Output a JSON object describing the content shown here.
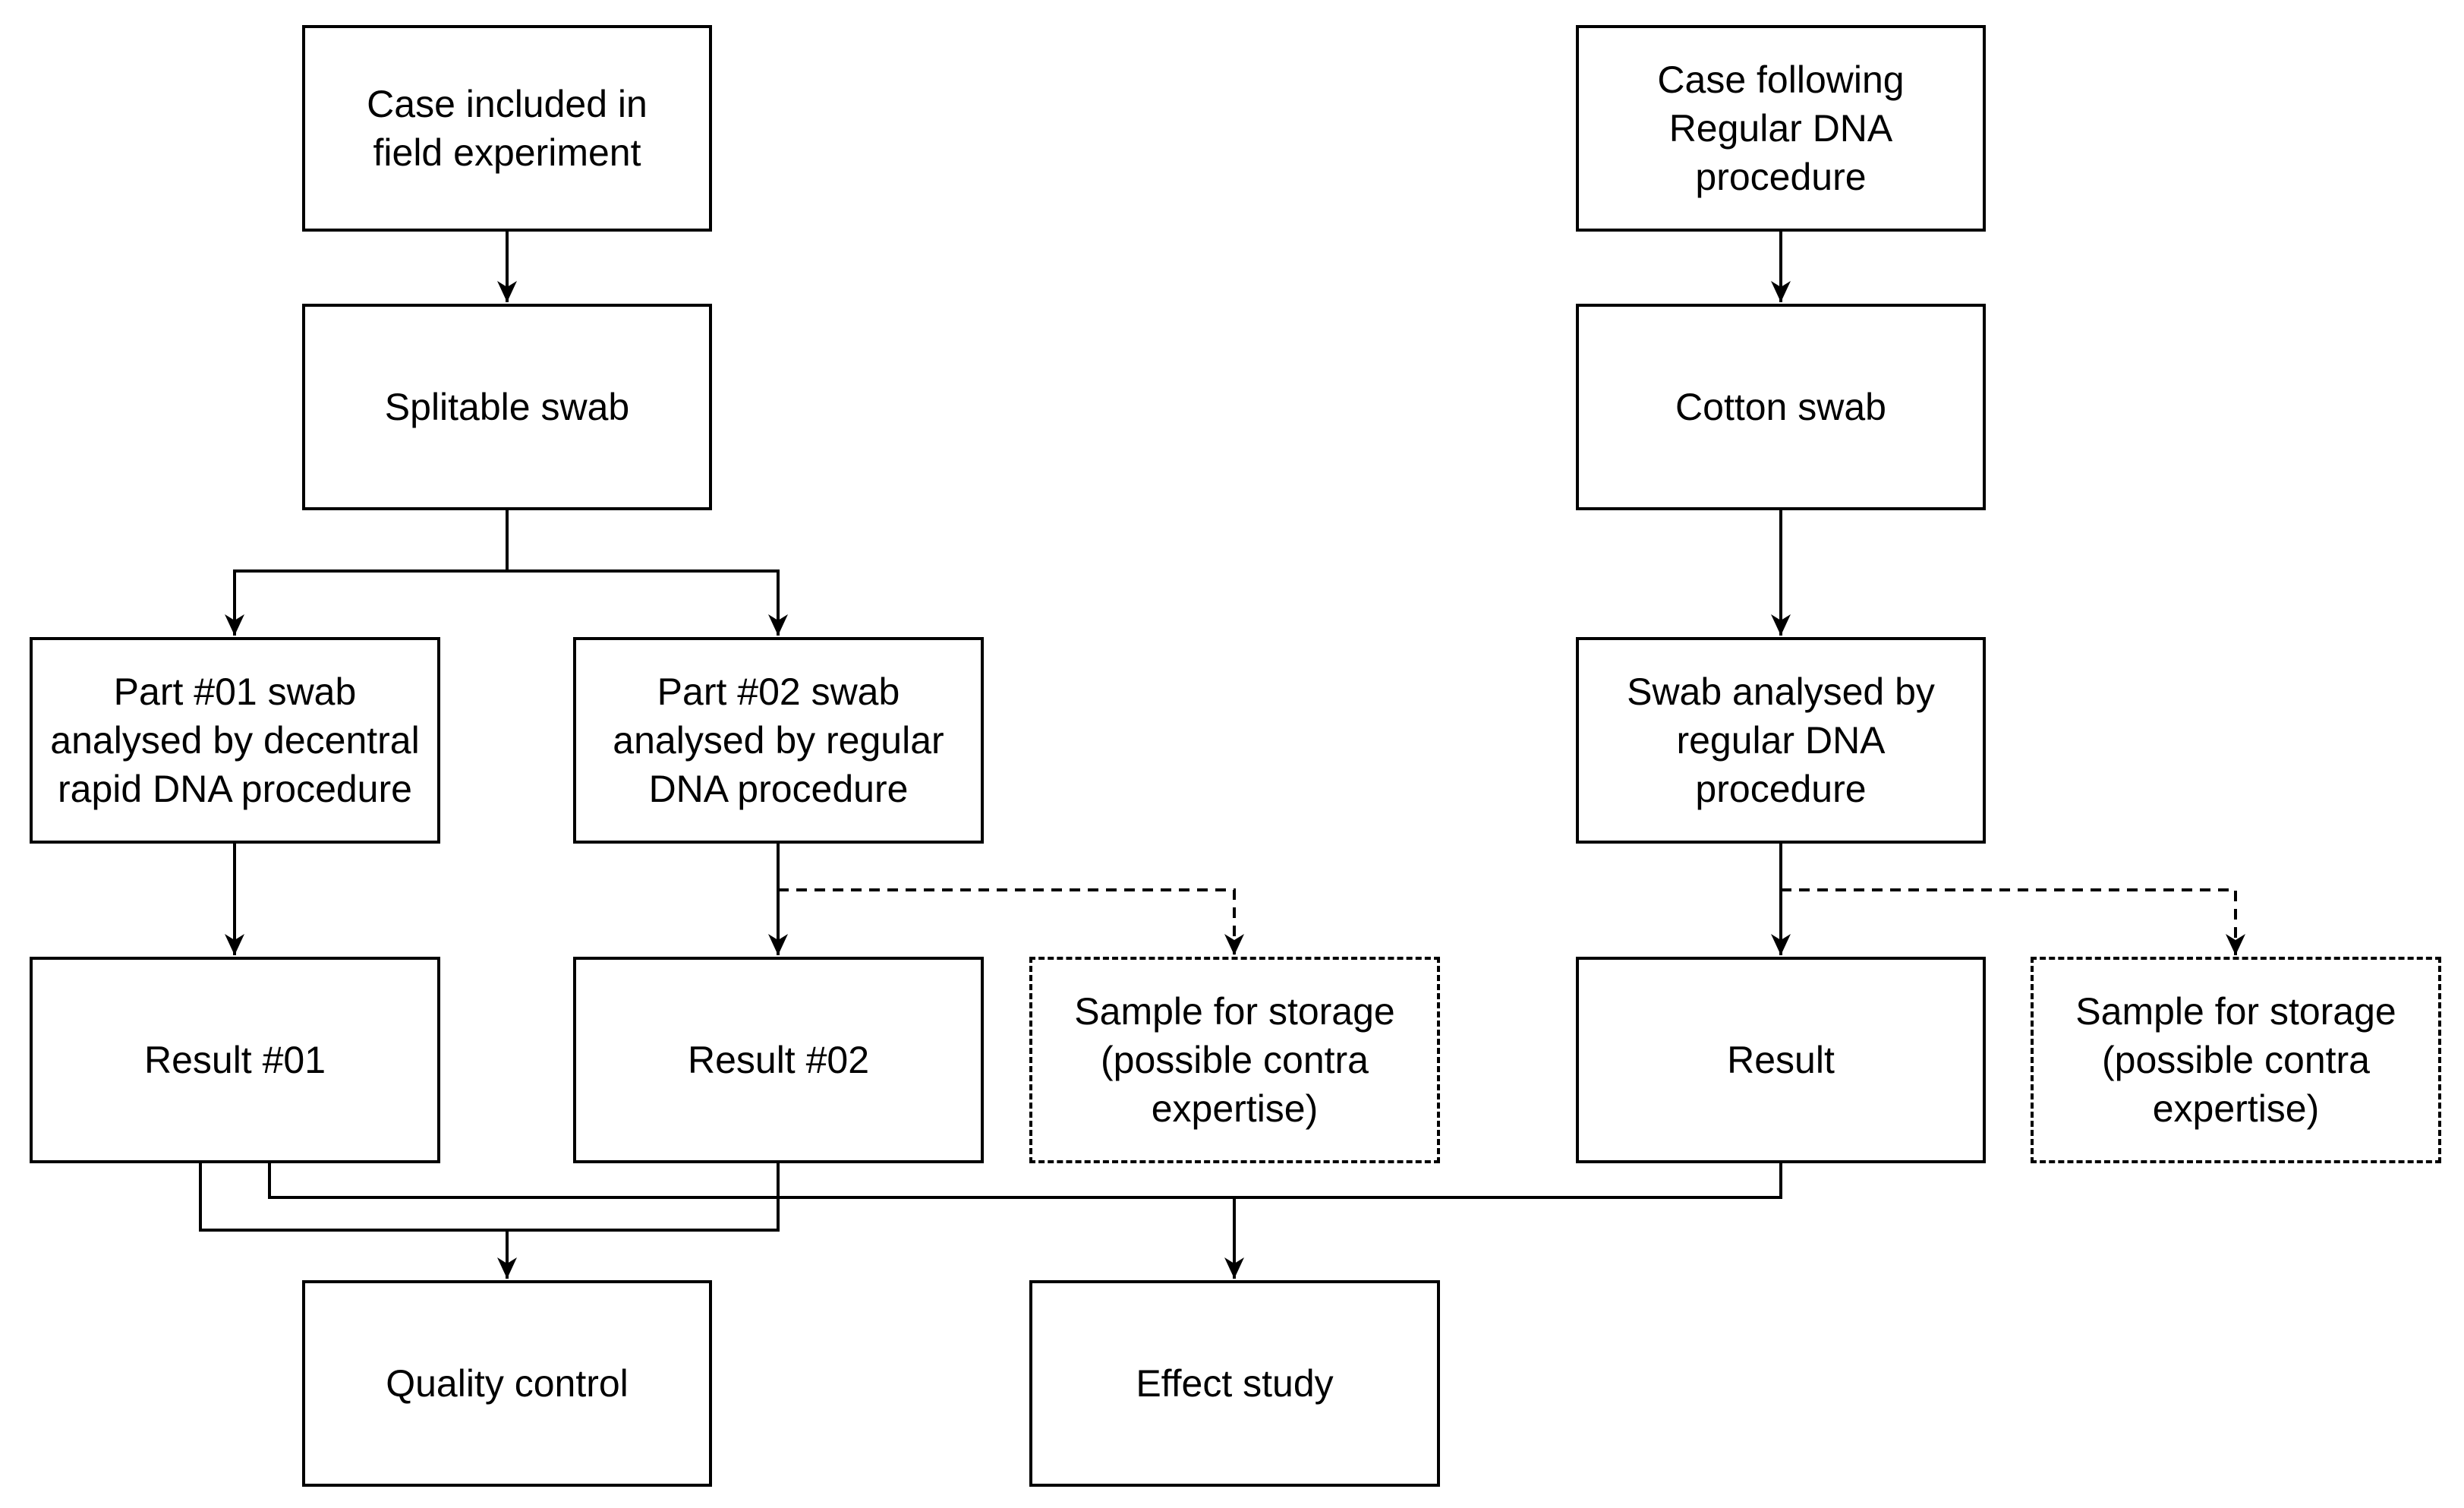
{
  "diagram": {
    "nodes": [
      {
        "id": "case-field",
        "label": "Case included in\nfield experiment",
        "style": "solid"
      },
      {
        "id": "splitable-swab",
        "label": "Splitable swab",
        "style": "solid"
      },
      {
        "id": "part01",
        "label": "Part #01 swab\nanalysed by decentral\nrapid DNA procedure",
        "style": "solid"
      },
      {
        "id": "part02",
        "label": "Part #02 swab\nanalysed by regular\nDNA procedure",
        "style": "solid"
      },
      {
        "id": "result01",
        "label": "Result #01",
        "style": "solid"
      },
      {
        "id": "result02",
        "label": "Result #02",
        "style": "solid"
      },
      {
        "id": "storage-left",
        "label": "Sample for storage\n(possible contra\nexpertise)",
        "style": "dashed"
      },
      {
        "id": "quality-control",
        "label": "Quality control",
        "style": "solid"
      },
      {
        "id": "effect-study",
        "label": "Effect study",
        "style": "solid"
      },
      {
        "id": "case-regular",
        "label": "Case following\nRegular DNA\nprocedure",
        "style": "solid"
      },
      {
        "id": "cotton-swab",
        "label": "Cotton swab",
        "style": "solid"
      },
      {
        "id": "swab-regular",
        "label": "Swab analysed by\nregular DNA\nprocedure",
        "style": "solid"
      },
      {
        "id": "result",
        "label": "Result",
        "style": "solid"
      },
      {
        "id": "storage-right",
        "label": "Sample for storage\n(possible contra\nexpertise)",
        "style": "dashed"
      }
    ],
    "edges": [
      {
        "from": "case-field",
        "to": "splitable-swab",
        "style": "solid"
      },
      {
        "from": "splitable-swab",
        "to": "part01",
        "style": "solid"
      },
      {
        "from": "splitable-swab",
        "to": "part02",
        "style": "solid"
      },
      {
        "from": "part01",
        "to": "result01",
        "style": "solid"
      },
      {
        "from": "part02",
        "to": "result02",
        "style": "solid"
      },
      {
        "from": "part02",
        "to": "storage-left",
        "style": "dashed"
      },
      {
        "from": "result01",
        "to": "quality-control",
        "style": "solid"
      },
      {
        "from": "result02",
        "to": "quality-control",
        "style": "solid"
      },
      {
        "from": "result01",
        "to": "effect-study",
        "style": "solid"
      },
      {
        "from": "result",
        "to": "effect-study",
        "style": "solid"
      },
      {
        "from": "case-regular",
        "to": "cotton-swab",
        "style": "solid"
      },
      {
        "from": "cotton-swab",
        "to": "swab-regular",
        "style": "solid"
      },
      {
        "from": "swab-regular",
        "to": "result",
        "style": "solid"
      },
      {
        "from": "swab-regular",
        "to": "storage-right",
        "style": "dashed"
      }
    ]
  },
  "colors": {
    "stroke": "#000000",
    "background": "#ffffff"
  }
}
